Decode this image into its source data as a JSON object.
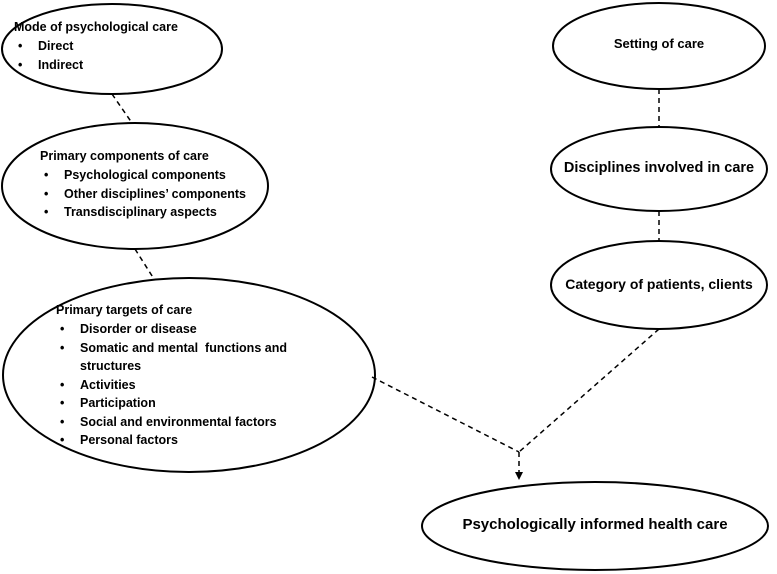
{
  "diagram": {
    "mode_of_care": {
      "title": "Mode of psychological care",
      "items": [
        "Direct",
        "Indirect"
      ]
    },
    "primary_components": {
      "title": "Primary components of care",
      "items": [
        "Psychological components",
        "Other disciplines’ components",
        "Transdisciplinary aspects"
      ]
    },
    "primary_targets": {
      "title": "Primary targets of care",
      "items": [
        "Disorder or disease",
        "Somatic and mental  functions and structures",
        "Activities",
        "Participation",
        "Social and environmental factors",
        "Personal factors"
      ]
    },
    "setting": {
      "title": "Setting of care"
    },
    "disciplines": {
      "title": "Disciplines involved in care"
    },
    "category": {
      "title": "Category of patients, clients"
    },
    "outcome": {
      "title": "Psychologically informed health care"
    }
  }
}
